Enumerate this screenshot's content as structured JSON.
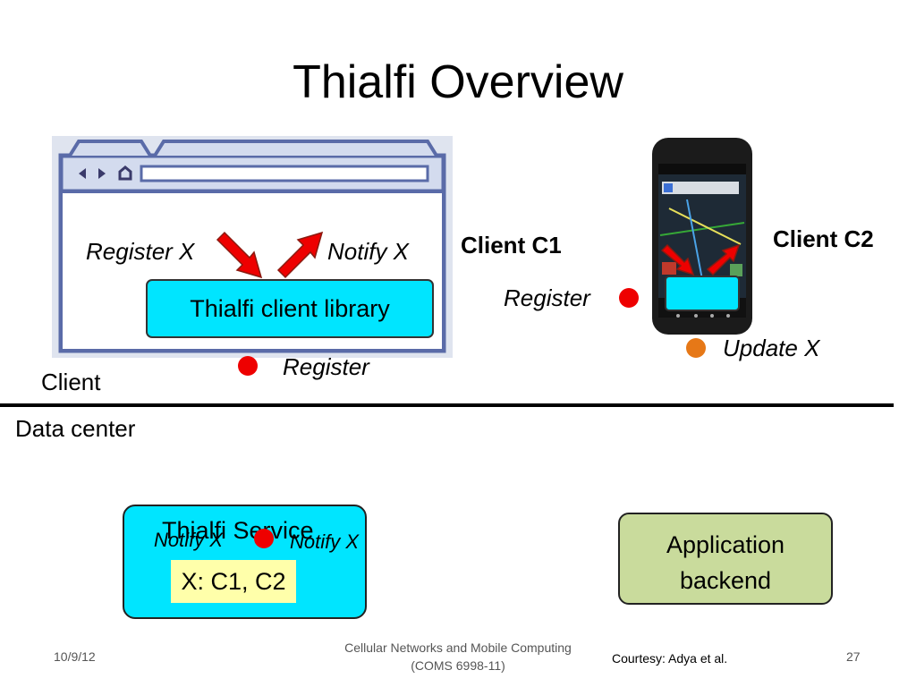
{
  "slide": {
    "title": "Thialfi Overview"
  },
  "client_side": {
    "browser_label_register": "Register X",
    "browser_label_notify": "Notify X",
    "client_library": "Thialfi client library",
    "client_c1": "Client C1",
    "client_c2": "Client C2",
    "register_c1": "Register",
    "register_browser": "Register",
    "update_x": "Update X",
    "client_label": "Client"
  },
  "data_center": {
    "label": "Data center",
    "service_title": "Thialfi Service",
    "notify_left": "Notify X",
    "notify_right": "Notify X",
    "registry": "X: C1, C2",
    "app_backend": "Application backend"
  },
  "footer": {
    "date": "10/9/12",
    "course_line1": "Cellular Networks and Mobile Computing",
    "course_line2": "(COMS 6998-11)",
    "courtesy": "Courtesy: Adya et al.",
    "page": "27"
  },
  "colors": {
    "cyan": "#00e5ff",
    "green": "#c9db9c",
    "yellow": "#ffffaa",
    "red_dot": "#ee0000",
    "orange_dot": "#e67817",
    "arrow": "#ee0000"
  }
}
